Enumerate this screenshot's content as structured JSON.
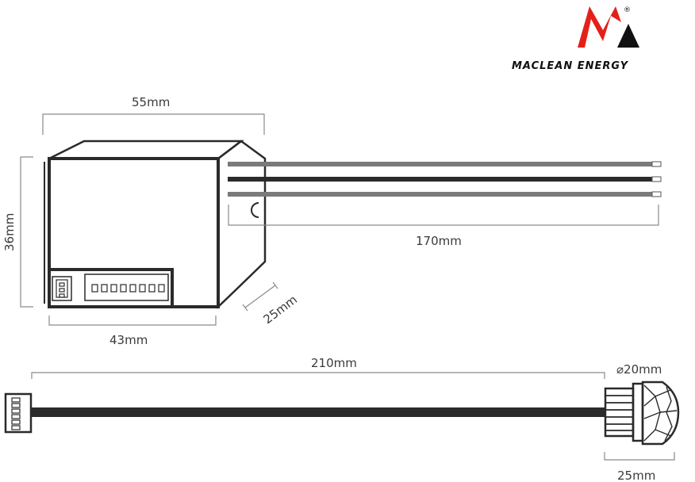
{
  "brand": {
    "name": "MACLEAN ENERGY",
    "registered": "®",
    "logo_red": "#e32119",
    "logo_black": "#111111"
  },
  "dimensions": {
    "width_top": "55mm",
    "height_left": "36mm",
    "width_bottom": "43mm",
    "depth": "25mm",
    "wire_length": "170mm",
    "cable_length": "210mm",
    "sensor_diameter": "⌀20mm",
    "sensor_length": "25mm"
  },
  "colors": {
    "outline": "#2a2a2a",
    "wire_gray": "#7a7a7a",
    "wire_black": "#2b2b2b",
    "dimension": "#8a8a8a"
  }
}
